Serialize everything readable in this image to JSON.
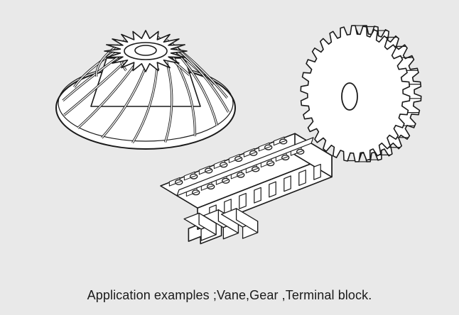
{
  "caption": "Application examples ;Vane,Gear ,Terminal block.",
  "colors": {
    "background": "#e9e9e9",
    "line": "#1a1a1a",
    "fill": "#ffffff"
  },
  "icons": [
    "vane-illustration",
    "gear-illustration",
    "terminal-block-illustration"
  ]
}
